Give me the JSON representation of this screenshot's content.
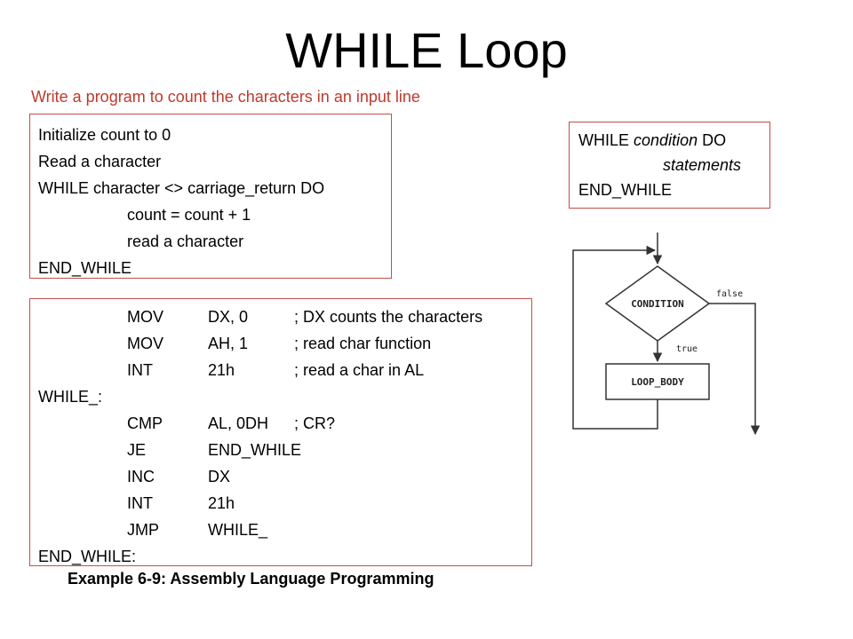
{
  "slide": {
    "title": "WHILE Loop",
    "subtitle": "Write a program to count the characters in an input line",
    "caption": "Example 6-9: Assembly Language Programming"
  },
  "pseudocode": [
    "Initialize count to 0",
    "Read a character",
    "WHILE character <> carriage_return DO",
    "count = count + 1",
    "read a character",
    "END_WHILE"
  ],
  "assembly": [
    {
      "label": "",
      "op": "MOV",
      "arg": "DX, 0",
      "comment": "; DX counts the characters"
    },
    {
      "label": "",
      "op": "MOV",
      "arg": "AH, 1",
      "comment": "; read char function"
    },
    {
      "label": "",
      "op": "INT",
      "arg": "21h",
      "comment": "; read a char in AL"
    },
    {
      "label": "WHILE_:",
      "op": "",
      "arg": "",
      "comment": ""
    },
    {
      "label": "",
      "op": "CMP",
      "arg": "AL, 0DH",
      "comment": "; CR?"
    },
    {
      "label": "",
      "op": "JE",
      "arg": "END_WHILE",
      "comment": ""
    },
    {
      "label": "",
      "op": "INC",
      "arg": "DX",
      "comment": ""
    },
    {
      "label": "",
      "op": "INT",
      "arg": "21h",
      "comment": ""
    },
    {
      "label": "",
      "op": "JMP",
      "arg": "WHILE_",
      "comment": ""
    },
    {
      "label": "END_WHILE:",
      "op": "",
      "arg": "",
      "comment": ""
    }
  ],
  "syntax": {
    "kw_while": "WHILE",
    "condition": "condition",
    "kw_do": "DO",
    "statements": "statements",
    "end": "END_WHILE"
  },
  "flowchart": {
    "condition": "CONDITION",
    "body": "LOOP_BODY",
    "false_label": "false",
    "true_label": "true"
  },
  "colors": {
    "accent": "#c0504d",
    "subtitle": "#c0392b"
  }
}
